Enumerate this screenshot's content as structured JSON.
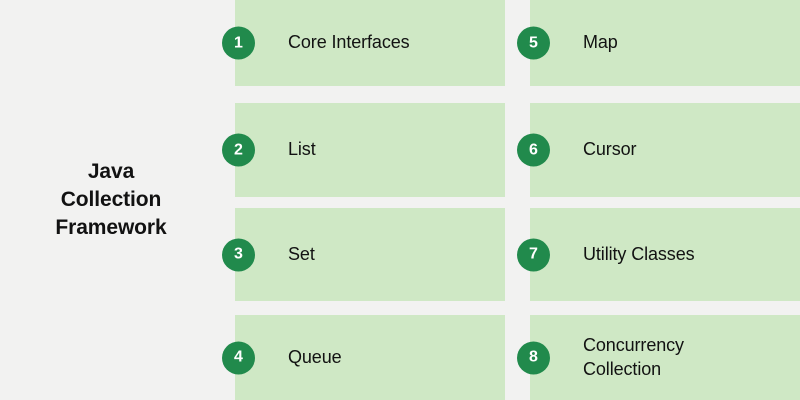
{
  "title": {
    "line1": "Java",
    "line2": "Collection",
    "line3": "Framework",
    "full": "Java Collection Framework"
  },
  "colors": {
    "background": "#f2f2f1",
    "card": "#cfe8c5",
    "badge": "#218a4c",
    "badge_text": "#ffffff",
    "text": "#121212"
  },
  "columns": {
    "left": {
      "items": [
        {
          "number": "1",
          "label": "Core Interfaces",
          "label_line2": ""
        },
        {
          "number": "2",
          "label": "List",
          "label_line2": ""
        },
        {
          "number": "3",
          "label": "Set",
          "label_line2": ""
        },
        {
          "number": "4",
          "label": "Queue",
          "label_line2": ""
        }
      ]
    },
    "right": {
      "items": [
        {
          "number": "5",
          "label": "Map",
          "label_line2": ""
        },
        {
          "number": "6",
          "label": "Cursor",
          "label_line2": ""
        },
        {
          "number": "7",
          "label": "Utility Classes",
          "label_line2": ""
        },
        {
          "number": "8",
          "label": "Concurrency",
          "label_line2": "Collection"
        }
      ]
    }
  }
}
